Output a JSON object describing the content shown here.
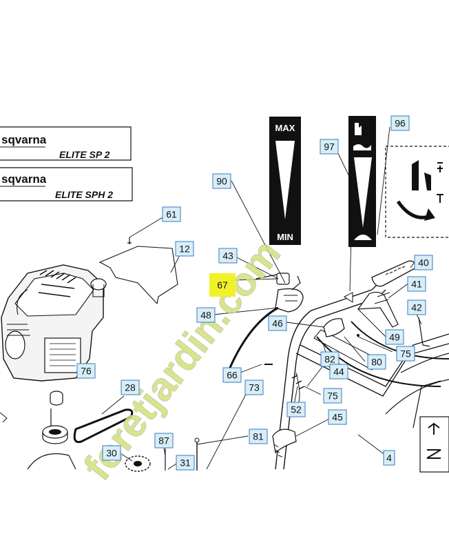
{
  "colors": {
    "label_fill": "#d8eef7",
    "label_stroke": "#3a7bbf",
    "highlight": "#f1f12a",
    "watermark": "#c8dc6a",
    "watermark_stroke": "#a7b4a0"
  },
  "brand_panels": [
    {
      "brand": "sqvarna",
      "model": "ELITE SP 2"
    },
    {
      "brand": "sqvarna",
      "model": "ELITE SPH 2"
    }
  ],
  "decal_throttle": {
    "top": "MAX",
    "bottom": "MIN"
  },
  "watermark": {
    "text": "foretjardin.com"
  },
  "part_labels": [
    {
      "id": "61"
    },
    {
      "id": "12"
    },
    {
      "id": "90"
    },
    {
      "id": "43"
    },
    {
      "id": "67",
      "highlighted": true
    },
    {
      "id": "48"
    },
    {
      "id": "97"
    },
    {
      "id": "96"
    },
    {
      "id": "40"
    },
    {
      "id": "41"
    },
    {
      "id": "42"
    },
    {
      "id": "46"
    },
    {
      "id": "49"
    },
    {
      "id": "75"
    },
    {
      "id": "80"
    },
    {
      "id": "82"
    },
    {
      "id": "44"
    },
    {
      "id": "76"
    },
    {
      "id": "66"
    },
    {
      "id": "73"
    },
    {
      "id": "75"
    },
    {
      "id": "52"
    },
    {
      "id": "45"
    },
    {
      "id": "28"
    },
    {
      "id": "87"
    },
    {
      "id": "81"
    },
    {
      "id": "30"
    },
    {
      "id": "31"
    },
    {
      "id": "4"
    }
  ]
}
